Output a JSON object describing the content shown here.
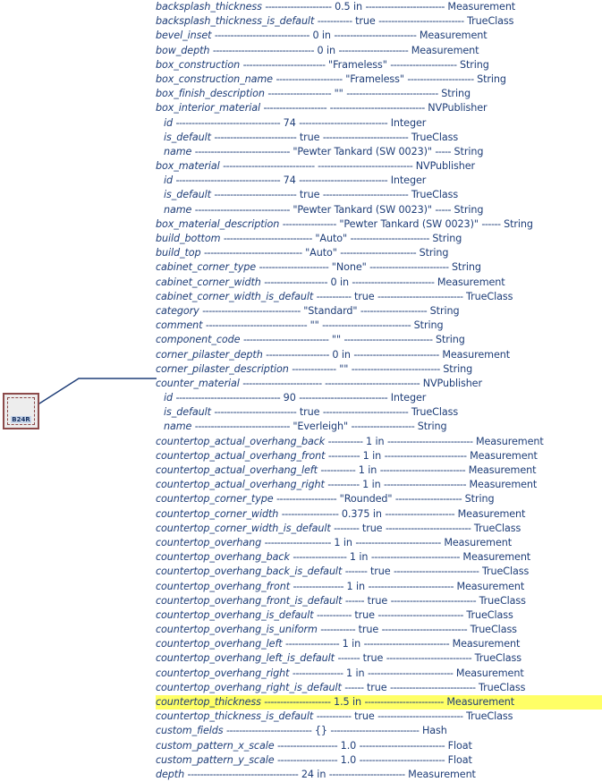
{
  "annotation": {
    "label": "B24R",
    "leader_color": "#1F3E78",
    "box_border_color": "#8C4A4A",
    "box_fill_color": "#EDEDED"
  },
  "style": {
    "text_color": "#1F3E78",
    "highlight_color": "#FFFF66",
    "background": "#FFFFFF"
  },
  "properties": [
    {
      "key": "backsplash_thickness",
      "dash1": "---------------------",
      "value": "0.5 in",
      "dash2": "-------------------------",
      "type": "Measurement",
      "indent": 0,
      "highlight": false
    },
    {
      "key": "backsplash_thickness_is_default",
      "dash1": "-----------",
      "value": "true",
      "dash2": "---------------------------",
      "type": "TrueClass",
      "indent": 0,
      "highlight": false
    },
    {
      "key": "bevel_inset",
      "dash1": "------------------------------",
      "value": "0 in",
      "dash2": "--------------------------",
      "type": "Measurement",
      "indent": 0,
      "highlight": false
    },
    {
      "key": "bow_depth",
      "dash1": "--------------------------------",
      "value": "0 in",
      "dash2": "----------------------",
      "type": "Measurement",
      "indent": 0,
      "highlight": false
    },
    {
      "key": "box_construction",
      "dash1": "--------------------------",
      "value": "\"Frameless\"",
      "dash2": "---------------------",
      "type": "String",
      "indent": 0,
      "highlight": false
    },
    {
      "key": "box_construction_name",
      "dash1": "---------------------",
      "value": "\"Frameless\"",
      "dash2": "---------------------",
      "type": "String",
      "indent": 0,
      "highlight": false
    },
    {
      "key": "box_finish_description",
      "dash1": "--------------------",
      "value": "\"\"",
      "dash2": "-----------------------------",
      "type": "String",
      "indent": 0,
      "highlight": false
    },
    {
      "key": "box_interior_material",
      "dash1": "--------------------",
      "value": "",
      "dash2": "------------------------------",
      "type": "NVPublisher",
      "indent": 0,
      "highlight": false
    },
    {
      "key": "id",
      "dash1": "---------------------------------",
      "value": "74",
      "dash2": "----------------------------",
      "type": "Integer",
      "indent": 1,
      "highlight": false
    },
    {
      "key": "is_default",
      "dash1": "--------------------------",
      "value": "true",
      "dash2": "---------------------------",
      "type": "TrueClass",
      "indent": 1,
      "highlight": false
    },
    {
      "key": "name",
      "dash1": "------------------------------",
      "value": "\"Pewter Tankard (SW 0023)\"",
      "dash2": "-----",
      "type": "String",
      "indent": 1,
      "highlight": false
    },
    {
      "key": "box_material",
      "dash1": "-----------------------------",
      "value": "",
      "dash2": "------------------------------",
      "type": "NVPublisher",
      "indent": 0,
      "highlight": false
    },
    {
      "key": "id",
      "dash1": "---------------------------------",
      "value": "74",
      "dash2": "----------------------------",
      "type": "Integer",
      "indent": 1,
      "highlight": false
    },
    {
      "key": "is_default",
      "dash1": "--------------------------",
      "value": "true",
      "dash2": "---------------------------",
      "type": "TrueClass",
      "indent": 1,
      "highlight": false
    },
    {
      "key": "name",
      "dash1": "------------------------------",
      "value": "\"Pewter Tankard (SW 0023)\"",
      "dash2": "-----",
      "type": "String",
      "indent": 1,
      "highlight": false
    },
    {
      "key": "box_material_description",
      "dash1": "-----------------",
      "value": "\"Pewter Tankard (SW 0023)\"",
      "dash2": "------",
      "type": "String",
      "indent": 0,
      "highlight": false
    },
    {
      "key": "build_bottom",
      "dash1": "----------------------------",
      "value": "\"Auto\"",
      "dash2": "-------------------------",
      "type": "String",
      "indent": 0,
      "highlight": false
    },
    {
      "key": "build_top",
      "dash1": "-------------------------------",
      "value": "\"Auto\"",
      "dash2": "------------------------",
      "type": "String",
      "indent": 0,
      "highlight": false
    },
    {
      "key": "cabinet_corner_type",
      "dash1": "----------------------",
      "value": "\"None\"",
      "dash2": "-------------------------",
      "type": "String",
      "indent": 0,
      "highlight": false
    },
    {
      "key": "cabinet_corner_width",
      "dash1": "--------------------",
      "value": "0 in",
      "dash2": "--------------------------",
      "type": "Measurement",
      "indent": 0,
      "highlight": false
    },
    {
      "key": "cabinet_corner_width_is_default",
      "dash1": "-----------",
      "value": "true",
      "dash2": "---------------------------",
      "type": "TrueClass",
      "indent": 0,
      "highlight": false
    },
    {
      "key": "category",
      "dash1": "-------------------------------",
      "value": "\"Standard\"",
      "dash2": "---------------------",
      "type": "String",
      "indent": 0,
      "highlight": false
    },
    {
      "key": "comment",
      "dash1": "--------------------------------",
      "value": "\"\"",
      "dash2": "----------------------------",
      "type": "String",
      "indent": 0,
      "highlight": false
    },
    {
      "key": "component_code",
      "dash1": "---------------------------",
      "value": "\"\"",
      "dash2": "----------------------------",
      "type": "String",
      "indent": 0,
      "highlight": false
    },
    {
      "key": "corner_pilaster_depth",
      "dash1": "--------------------",
      "value": "0 in",
      "dash2": "---------------------------",
      "type": "Measurement",
      "indent": 0,
      "highlight": false
    },
    {
      "key": "corner_pilaster_description",
      "dash1": "--------------",
      "value": "\"\"",
      "dash2": "----------------------------",
      "type": "String",
      "indent": 0,
      "highlight": false
    },
    {
      "key": "counter_material",
      "dash1": "-------------------------",
      "value": "",
      "dash2": "------------------------------",
      "type": "NVPublisher",
      "indent": 0,
      "highlight": false
    },
    {
      "key": "id",
      "dash1": "---------------------------------",
      "value": "90",
      "dash2": "----------------------------",
      "type": "Integer",
      "indent": 1,
      "highlight": false
    },
    {
      "key": "is_default",
      "dash1": "--------------------------",
      "value": "true",
      "dash2": "---------------------------",
      "type": "TrueClass",
      "indent": 1,
      "highlight": false
    },
    {
      "key": "name",
      "dash1": "------------------------------",
      "value": "\"Everleigh\"",
      "dash2": "--------------------",
      "type": "String",
      "indent": 1,
      "highlight": false
    },
    {
      "key": "countertop_actual_overhang_back",
      "dash1": "-----------",
      "value": "1 in",
      "dash2": "---------------------------",
      "type": "Measurement",
      "indent": 0,
      "highlight": false
    },
    {
      "key": "countertop_actual_overhang_front",
      "dash1": "----------",
      "value": "1 in",
      "dash2": "--------------------------",
      "type": "Measurement",
      "indent": 0,
      "highlight": false
    },
    {
      "key": "countertop_actual_overhang_left",
      "dash1": "-----------",
      "value": "1 in",
      "dash2": "---------------------------",
      "type": "Measurement",
      "indent": 0,
      "highlight": false
    },
    {
      "key": "countertop_actual_overhang_right",
      "dash1": "----------",
      "value": "1 in",
      "dash2": "--------------------------",
      "type": "Measurement",
      "indent": 0,
      "highlight": false
    },
    {
      "key": "countertop_corner_type",
      "dash1": "-------------------",
      "value": "\"Rounded\"",
      "dash2": "---------------------",
      "type": "String",
      "indent": 0,
      "highlight": false
    },
    {
      "key": "countertop_corner_width",
      "dash1": "------------------",
      "value": "0.375 in",
      "dash2": "----------------------",
      "type": "Measurement",
      "indent": 0,
      "highlight": false
    },
    {
      "key": "countertop_corner_width_is_default",
      "dash1": "--------",
      "value": "true",
      "dash2": "---------------------------",
      "type": "TrueClass",
      "indent": 0,
      "highlight": false
    },
    {
      "key": "countertop_overhang",
      "dash1": "---------------------",
      "value": "1 in",
      "dash2": "---------------------------",
      "type": "Measurement",
      "indent": 0,
      "highlight": false
    },
    {
      "key": "countertop_overhang_back",
      "dash1": "-----------------",
      "value": "1 in",
      "dash2": "----------------------------",
      "type": "Measurement",
      "indent": 0,
      "highlight": false
    },
    {
      "key": "countertop_overhang_back_is_default",
      "dash1": "-------",
      "value": "true",
      "dash2": "---------------------------",
      "type": "TrueClass",
      "indent": 0,
      "highlight": false
    },
    {
      "key": "countertop_overhang_front",
      "dash1": "----------------",
      "value": "1 in",
      "dash2": "---------------------------",
      "type": "Measurement",
      "indent": 0,
      "highlight": false
    },
    {
      "key": "countertop_overhang_front_is_default",
      "dash1": "------",
      "value": "true",
      "dash2": "---------------------------",
      "type": "TrueClass",
      "indent": 0,
      "highlight": false
    },
    {
      "key": "countertop_overhang_is_default",
      "dash1": "-----------",
      "value": "true",
      "dash2": "---------------------------",
      "type": "TrueClass",
      "indent": 0,
      "highlight": false
    },
    {
      "key": "countertop_overhang_is_uniform",
      "dash1": "-----------",
      "value": "true",
      "dash2": "---------------------------",
      "type": "TrueClass",
      "indent": 0,
      "highlight": false
    },
    {
      "key": "countertop_overhang_left",
      "dash1": "-----------------",
      "value": "1 in",
      "dash2": "---------------------------",
      "type": "Measurement",
      "indent": 0,
      "highlight": false
    },
    {
      "key": "countertop_overhang_left_is_default",
      "dash1": "-------",
      "value": "true",
      "dash2": "---------------------------",
      "type": "TrueClass",
      "indent": 0,
      "highlight": false
    },
    {
      "key": "countertop_overhang_right",
      "dash1": "----------------",
      "value": "1 in",
      "dash2": "---------------------------",
      "type": "Measurement",
      "indent": 0,
      "highlight": false
    },
    {
      "key": "countertop_overhang_right_is_default",
      "dash1": "------",
      "value": "true",
      "dash2": "---------------------------",
      "type": "TrueClass",
      "indent": 0,
      "highlight": false
    },
    {
      "key": "countertop_thickness",
      "dash1": "---------------------",
      "value": "1.5 in",
      "dash2": "-------------------------",
      "type": "Measurement",
      "indent": 0,
      "highlight": true
    },
    {
      "key": "countertop_thickness_is_default",
      "dash1": "-----------",
      "value": "true",
      "dash2": "---------------------------",
      "type": "TrueClass",
      "indent": 0,
      "highlight": false
    },
    {
      "key": "custom_fields",
      "dash1": "---------------------------",
      "value": "{}",
      "dash2": "----------------------------",
      "type": "Hash",
      "indent": 0,
      "highlight": false
    },
    {
      "key": "custom_pattern_x_scale",
      "dash1": "-------------------",
      "value": "1.0",
      "dash2": "---------------------------",
      "type": "Float",
      "indent": 0,
      "highlight": false
    },
    {
      "key": "custom_pattern_y_scale",
      "dash1": "-------------------",
      "value": "1.0",
      "dash2": "---------------------------",
      "type": "Float",
      "indent": 0,
      "highlight": false
    },
    {
      "key": "depth",
      "dash1": "-----------------------------------",
      "value": "24 in",
      "dash2": "------------------------",
      "type": "Measurement",
      "indent": 0,
      "highlight": false
    }
  ]
}
